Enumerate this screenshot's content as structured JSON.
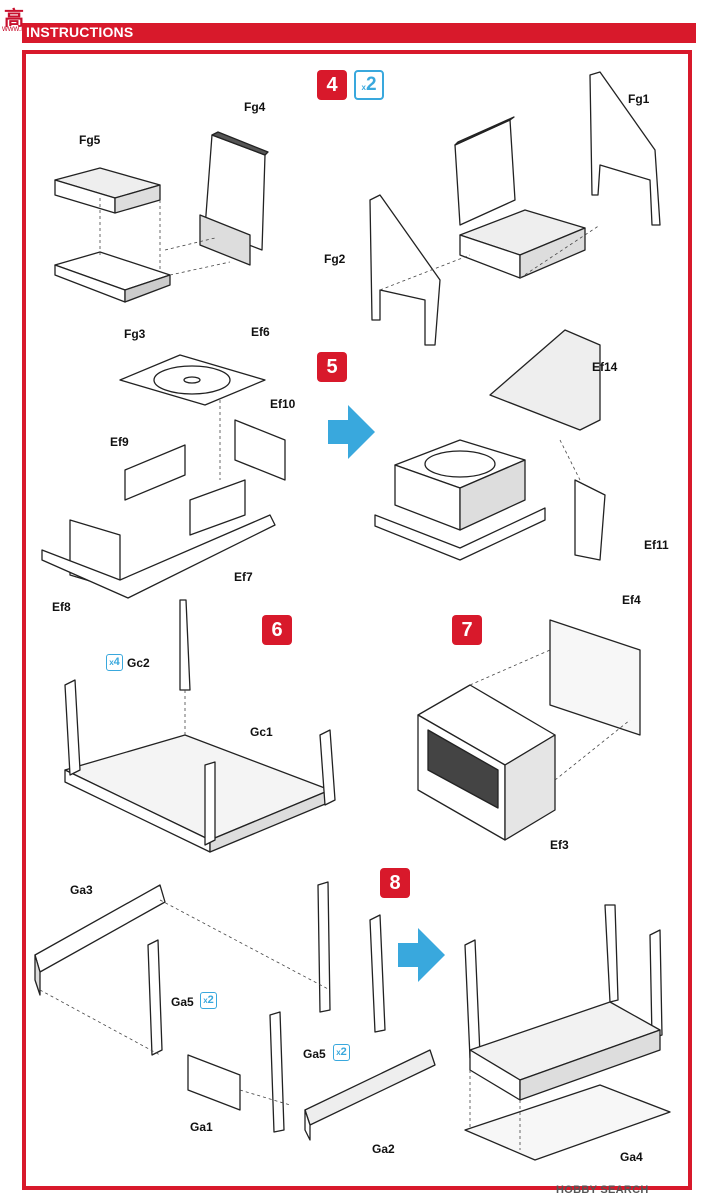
{
  "header": {
    "title": "INSTRUCTIONS",
    "logo_text": "高",
    "logo_sub": "www.hasmodel.com"
  },
  "steps": [
    {
      "number": "4",
      "multiplier": "2"
    },
    {
      "number": "5"
    },
    {
      "number": "6"
    },
    {
      "number": "7"
    },
    {
      "number": "8"
    }
  ],
  "labels": {
    "Fg5": "Fg5",
    "Fg4": "Fg4",
    "Fg3": "Fg3",
    "Fg1": "Fg1",
    "Fg2": "Fg2",
    "Ef6": "Ef6",
    "Ef10": "Ef10",
    "Ef9": "Ef9",
    "Ef7": "Ef7",
    "Ef8": "Ef8",
    "Ef14": "Ef14",
    "Ef11": "Ef11",
    "Gc2": "Gc2",
    "Gc1": "Gc1",
    "Ef4": "Ef4",
    "Ef3": "Ef3",
    "Ga3": "Ga3",
    "Ga5a": "Ga5",
    "Ga5b": "Ga5",
    "Ga1": "Ga1",
    "Ga2": "Ga2",
    "Ga4": "Ga4"
  },
  "part_multipliers": {
    "Gc2": "4",
    "Ga5a": "2",
    "Ga5b": "2"
  },
  "footer": {
    "brand": "HOBBY SEARCH"
  },
  "colors": {
    "accent": "#d8192b",
    "arrow": "#39a8dd"
  }
}
